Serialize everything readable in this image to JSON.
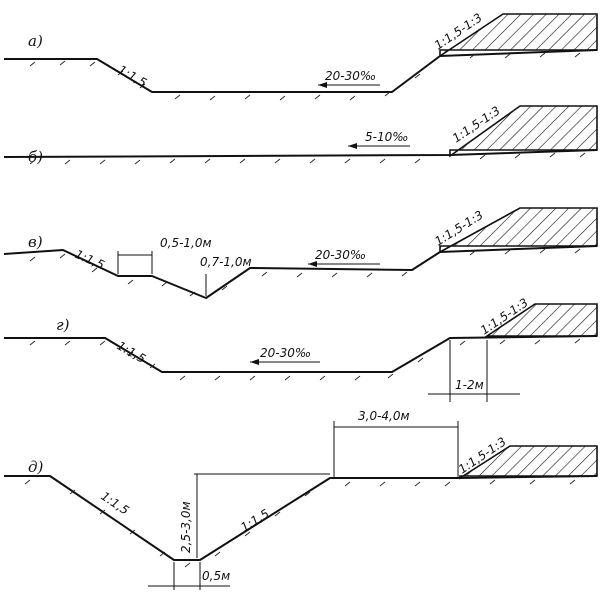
{
  "figures": [
    {
      "id": "a",
      "case_label": "а)",
      "labels": {
        "slope_left": "1:1,5",
        "gradient": "20-30‰",
        "embankment_slope": "1:1,5-1:3"
      }
    },
    {
      "id": "b",
      "case_label": "б)",
      "labels": {
        "gradient": "5-10‰",
        "embankment_slope": "1:1,5-1:3"
      }
    },
    {
      "id": "v",
      "case_label": "в)",
      "labels": {
        "slope_left": "1:1,5",
        "bench_width": "0,5-1,0м",
        "depth": "0,7-1,0м",
        "gradient": "20-30‰",
        "embankment_slope": "1:1,5-1:3"
      }
    },
    {
      "id": "g",
      "case_label": "г)",
      "labels": {
        "slope_left": "1:1,5",
        "gradient": "20-30‰",
        "offset": "1-2м",
        "embankment_slope": "1:1,5-1:3"
      }
    },
    {
      "id": "d",
      "case_label": "д)",
      "labels": {
        "berm_width": "3,0-4,0м",
        "slope_left": "1:1,5",
        "depth": "2,5-3,0м",
        "slope_right": "1:1,5",
        "bottom_width": "0,5м",
        "embankment_slope": "1:1,5-1:3"
      }
    }
  ],
  "colors": {
    "ink": "#111111",
    "background": "#ffffff"
  }
}
